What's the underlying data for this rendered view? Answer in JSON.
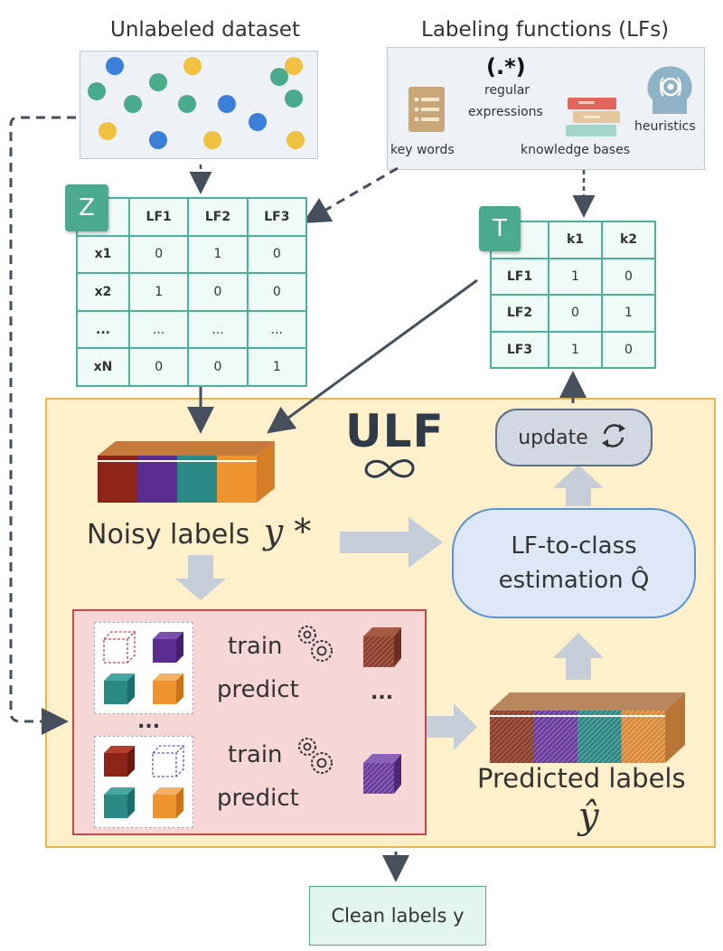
{
  "titles": {
    "unlabeled": "Unlabeled dataset",
    "lfs": "Labeling functions (LFs)"
  },
  "lf_types": {
    "regex_symbol": "(.*)",
    "regex_line1": "regular",
    "regex_line2": "expressions",
    "keywords": "key words",
    "knowledge": "knowledge bases",
    "heuristics": "heuristics"
  },
  "z_table": {
    "badge": "Z",
    "header": [
      "",
      "LF1",
      "LF2",
      "LF3"
    ],
    "rows": [
      [
        "x1",
        "0",
        "1",
        "0"
      ],
      [
        "x2",
        "1",
        "0",
        "0"
      ],
      [
        "...",
        "...",
        "...",
        "..."
      ],
      [
        "xN",
        "0",
        "0",
        "1"
      ]
    ]
  },
  "t_table": {
    "badge": "T",
    "header": [
      "",
      "k1",
      "k2"
    ],
    "rows": [
      [
        "LF1",
        "1",
        "0"
      ],
      [
        "LF2",
        "0",
        "1"
      ],
      [
        "LF3",
        "1",
        "0"
      ]
    ]
  },
  "ulf": {
    "logo": "ULF",
    "noisy_label": "Noisy labels",
    "noisy_symbol": "y *",
    "estimation_line1": "LF-to-class",
    "estimation_line2": "estimation Q̂",
    "update": "update",
    "train": "train",
    "predict": "predict",
    "ellipsis": "...",
    "predicted_label": "Predicted labels",
    "predicted_symbol": "ŷ"
  },
  "output": {
    "clean": "Clean labels y"
  },
  "colors": {
    "teal": "#4aa98f",
    "red": "#8d2418",
    "purple": "#5c2d91",
    "cyan": "#2b8a86",
    "orange": "#ef9330",
    "ulf_bg": "#fdf0cb",
    "ulf_border": "#e7b64c",
    "dot_blue": "#3b7fd8",
    "dot_green": "#4aaa8c",
    "dot_yellow": "#f0c040"
  }
}
